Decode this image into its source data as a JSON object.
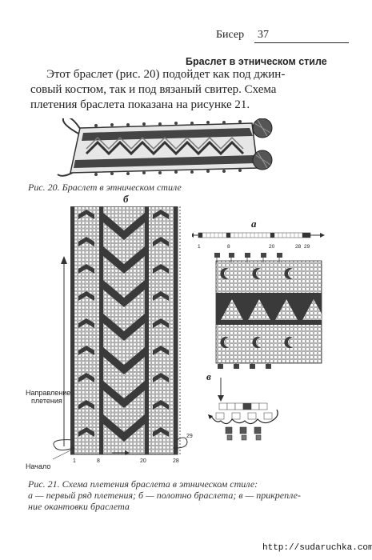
{
  "header": {
    "title": "Бисер",
    "page_number": "37"
  },
  "section_title": "Браслет в этническом стиле",
  "paragraph_lines": [
    "Этот браслет (рис. 20) подойдет как под джин-",
    "совый костюм, так и под вязаный свитер. Схема",
    "плетения браслета показана на рисунке 21."
  ],
  "figure20": {
    "caption": "Рис. 20. Браслет в этническом стиле"
  },
  "figure21": {
    "label_b": "б",
    "label_a": "а",
    "label_v": "в",
    "direction_label_1": "Направление",
    "direction_label_2": "плетения",
    "start_label": "Начало",
    "numbers_a": [
      "1",
      "8",
      "20",
      "28",
      "29"
    ],
    "numbers_b_bottom": [
      "1",
      "8",
      "20",
      "28"
    ],
    "number_b_29": "29",
    "caption_lines": [
      "Рис. 21. Схема плетения браслета в этническом стиле:",
      "а — первый ряд плетения; б — полотно браслета; в — прикрепле-",
      "ние окантовки браслета"
    ]
  },
  "footer_url": "http://sudaruchka.com/"
}
